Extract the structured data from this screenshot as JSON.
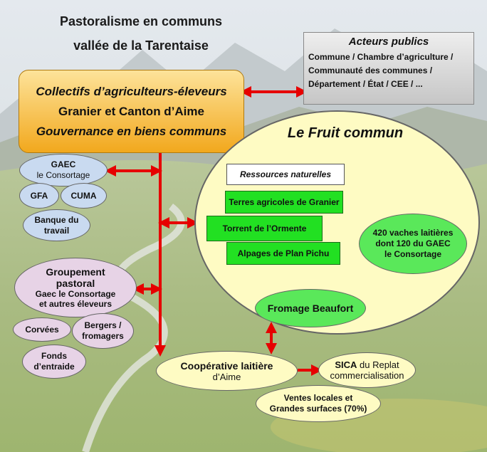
{
  "title": {
    "line1": "Pastoralisme en communs",
    "line2": "vallée de la Tarentaise"
  },
  "actors": {
    "title": "Acteurs publics",
    "line1": "Commune / Chambre d’agriculture /",
    "line2": "Communauté des communes /",
    "line3": "Département / État / CEE / ..."
  },
  "collectives": {
    "line1": "Collectifs d’agriculteurs-éleveurs",
    "line2": "Granier et Canton d’Aime",
    "line3": "Gouvernance en biens communs"
  },
  "left_ellipses": {
    "gaec_line1": "GAEC",
    "gaec_line2": "le Consortage",
    "gfa": "GFA",
    "cuma": "CUMA",
    "banque_line1": "Banque du",
    "banque_line2": "travail"
  },
  "groupement": {
    "line1": "Groupement",
    "line2": "pastoral",
    "line3": "Gaec le Consortage",
    "line4": "et autres éleveurs"
  },
  "groupement_sub": {
    "corvees": "Corvées",
    "bergers_line1": "Bergers /",
    "bergers_line2": "fromagers",
    "fonds_line1": "Fonds",
    "fonds_line2": "d’entraide"
  },
  "fruit": {
    "title": "Le Fruit commun",
    "ressources": "Ressources naturelles",
    "terres": "Terres agricoles de Granier",
    "torrent": "Torrent de l’Ormente",
    "alpages": "Alpages de Plan Pichu",
    "vaches_line1": "420 vaches laitières",
    "vaches_line2": "dont 120 du GAEC",
    "vaches_line3": "le Consortage",
    "fromage": "Fromage Beaufort"
  },
  "cooperative": {
    "line1": "Coopérative laitière",
    "line2": "d’Aime"
  },
  "sica": {
    "line1_bold": "SICA",
    "line1_rest": " du Replat",
    "line2": "commercialisation"
  },
  "ventes": {
    "line1": "Ventes locales et",
    "line2": "Grandes surfaces (70%)"
  },
  "colors": {
    "arrow": "#e60000",
    "collectives_top": "#fde39a",
    "collectives_bottom": "#f2a81d",
    "fruit_fill": "#fefbc3",
    "green_box": "#22e022",
    "green_ellipse": "#5ae85a",
    "blue_ellipse": "#c9daf0",
    "pink_ellipse": "#e7d3e6"
  }
}
